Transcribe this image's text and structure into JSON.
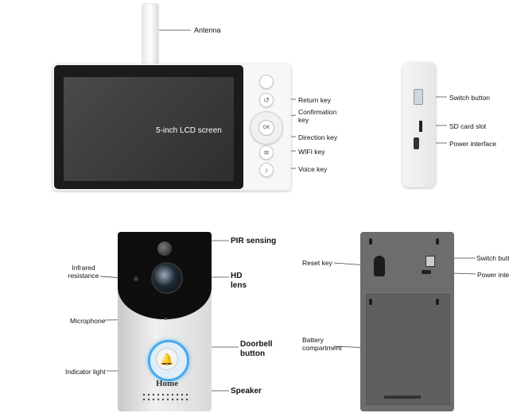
{
  "monitor": {
    "screen_label": "5-inch LCD screen",
    "callouts": {
      "antenna": "Antenna",
      "return_key": "Return key",
      "confirmation_key": "Confirmation key",
      "direction_key": "Direction key",
      "wifi_key": "WIFI key",
      "voice_key": "Voice key"
    },
    "ok_text": "OK"
  },
  "monitor_side": {
    "callouts": {
      "switch_button": "Switch button",
      "sd_card_slot": "SD card slot",
      "power_interface": "Power interface"
    }
  },
  "doorbell_front": {
    "logo": "Home",
    "callouts": {
      "pir_sensing": "PIR sensing",
      "hd_lens": "HD lens",
      "infrared_resistance": "Infrared resistance",
      "microphone": "Microphone",
      "doorbell_button": "Doorbell button",
      "indicator_light": "Indicator light",
      "speaker": "Speaker"
    }
  },
  "doorbell_back": {
    "callouts": {
      "reset_key": "Reset key",
      "battery_compartment": "Battery compartment",
      "switch_button": "Switch butt",
      "power_interface": "Power inte"
    }
  }
}
